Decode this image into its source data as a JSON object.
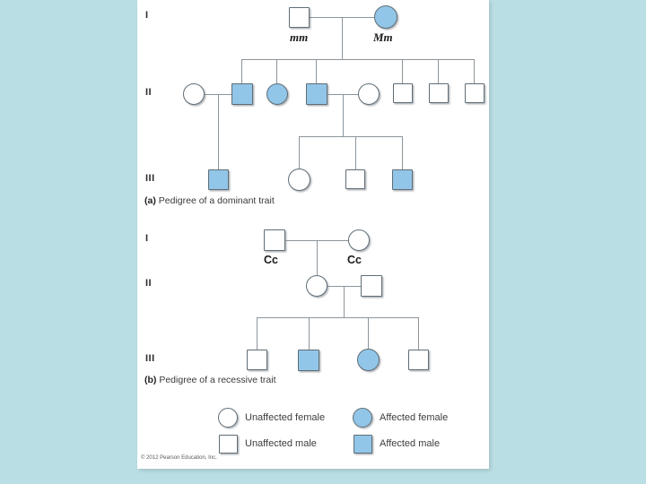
{
  "slide": {
    "background_color": "#b9dee4",
    "panel_color": "#ffffff"
  },
  "colors": {
    "affected_fill": "#92c6e8",
    "unaffected_fill": "#ffffff",
    "symbol_stroke": "#5f6d76",
    "connector_line": "#8c959c"
  },
  "pedigree_a": {
    "caption_prefix": "(a)",
    "caption_text": "Pedigree of a dominant trait",
    "generations": [
      {
        "label": "I"
      },
      {
        "label": "II"
      },
      {
        "label": "III"
      }
    ],
    "genotypes": [
      {
        "text": "mm",
        "for": "gen1-male"
      },
      {
        "text": "Mm",
        "for": "gen1-female"
      }
    ],
    "individuals": [
      {
        "id": "a-I-1",
        "sex": "male",
        "affected": false,
        "generation": "I",
        "genotype": "mm"
      },
      {
        "id": "a-I-2",
        "sex": "female",
        "affected": true,
        "generation": "I",
        "genotype": "Mm"
      },
      {
        "id": "a-II-1",
        "sex": "female",
        "affected": false,
        "generation": "II",
        "genotype": ""
      },
      {
        "id": "a-II-2",
        "sex": "male",
        "affected": true,
        "generation": "II",
        "genotype": ""
      },
      {
        "id": "a-II-3",
        "sex": "female",
        "affected": true,
        "generation": "II",
        "genotype": ""
      },
      {
        "id": "a-II-4",
        "sex": "male",
        "affected": true,
        "generation": "II",
        "genotype": ""
      },
      {
        "id": "a-II-5",
        "sex": "female",
        "affected": false,
        "generation": "II",
        "genotype": ""
      },
      {
        "id": "a-II-6",
        "sex": "male",
        "affected": false,
        "generation": "II",
        "genotype": ""
      },
      {
        "id": "a-II-7",
        "sex": "male",
        "affected": false,
        "generation": "II",
        "genotype": ""
      },
      {
        "id": "a-II-8",
        "sex": "male",
        "affected": false,
        "generation": "II",
        "genotype": ""
      },
      {
        "id": "a-III-1",
        "sex": "male",
        "affected": true,
        "generation": "III",
        "genotype": ""
      },
      {
        "id": "a-III-2",
        "sex": "female",
        "affected": false,
        "generation": "III",
        "genotype": ""
      },
      {
        "id": "a-III-3",
        "sex": "male",
        "affected": false,
        "generation": "III",
        "genotype": ""
      },
      {
        "id": "a-III-4",
        "sex": "male",
        "affected": true,
        "generation": "III",
        "genotype": ""
      }
    ]
  },
  "pedigree_b": {
    "caption_prefix": "(b)",
    "caption_text": "Pedigree of a recessive trait",
    "generations": [
      {
        "label": "I"
      },
      {
        "label": "II"
      },
      {
        "label": "III"
      }
    ],
    "genotypes": [
      {
        "text": "Cc",
        "for": "gen1-male"
      },
      {
        "text": "Cc",
        "for": "gen1-female"
      }
    ],
    "individuals": [
      {
        "id": "b-I-1",
        "sex": "male",
        "affected": false,
        "generation": "I",
        "genotype": "Cc"
      },
      {
        "id": "b-I-2",
        "sex": "female",
        "affected": false,
        "generation": "I",
        "genotype": "Cc"
      },
      {
        "id": "b-II-1",
        "sex": "female",
        "affected": false,
        "generation": "II",
        "genotype": ""
      },
      {
        "id": "b-II-2",
        "sex": "male",
        "affected": false,
        "generation": "II",
        "genotype": ""
      },
      {
        "id": "b-III-1",
        "sex": "male",
        "affected": false,
        "generation": "III",
        "genotype": ""
      },
      {
        "id": "b-III-2",
        "sex": "male",
        "affected": true,
        "generation": "III",
        "genotype": ""
      },
      {
        "id": "b-III-3",
        "sex": "female",
        "affected": true,
        "generation": "III",
        "genotype": ""
      },
      {
        "id": "b-III-4",
        "sex": "male",
        "affected": false,
        "generation": "III",
        "genotype": ""
      }
    ]
  },
  "legend": {
    "items": [
      {
        "shape": "circle",
        "affected": false,
        "label": "Unaffected female"
      },
      {
        "shape": "circle",
        "affected": true,
        "label": "Affected female"
      },
      {
        "shape": "square",
        "affected": false,
        "label": "Unaffected male"
      },
      {
        "shape": "square",
        "affected": true,
        "label": "Affected male"
      }
    ]
  },
  "copyright": "© 2012 Pearson Education, Inc."
}
